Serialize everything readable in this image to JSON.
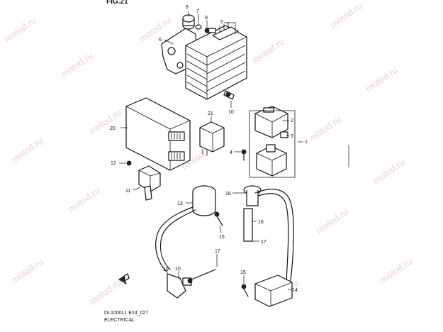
{
  "page": {
    "title_fragment": "FIG.21",
    "model_code": "DL1000L1 E24_027",
    "section": "ELECTRICAL",
    "watermark": "motod.ru"
  },
  "callouts": {
    "c1": "1",
    "c2": "2",
    "c3": "3",
    "c4": "4",
    "c5": "5",
    "c6": "6",
    "c7": "7",
    "c8": "8",
    "c9": "9",
    "c10a": "10",
    "c10b": "10",
    "c11": "11",
    "c12": "12",
    "c13": "13",
    "c14": "14",
    "c15a": "15",
    "c15b": "15",
    "c16": "16",
    "c17a": "17",
    "c17b": "17",
    "c18": "18",
    "c19": "19",
    "c20": "20",
    "c21": "21"
  }
}
